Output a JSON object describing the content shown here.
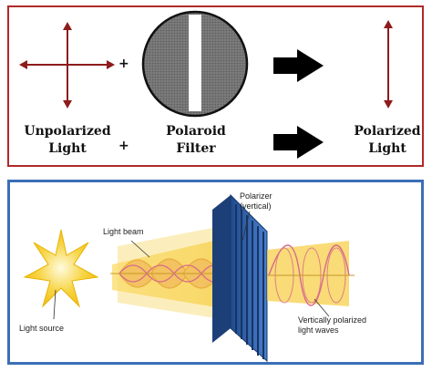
{
  "top": {
    "plus_1": "+",
    "plus_2": "+",
    "label_unpolarized": "Unpolarized",
    "label_light_1": "Light",
    "label_polaroid": "Polaroid",
    "label_filter": "Filter",
    "label_polarized": "Polarized",
    "label_light_2": "Light",
    "colors": {
      "border": "#b02a2a",
      "arrow": "#8e1b1b",
      "filter_disc": "#6f6f6f",
      "big_arrow": "#000000"
    }
  },
  "bottom": {
    "label_polarizer": "Polarizer",
    "label_vertical": "(vertical)",
    "label_light_beam": "Light beam",
    "label_light_source": "Light source",
    "label_vpol_1": "Vertically polarized",
    "label_vpol_2": "light waves",
    "colors": {
      "border": "#3b6fb6",
      "beam": "#f7cf4a",
      "wave": "#d86a8a",
      "polarizer": "#2f5fa8",
      "source": "#f5c21a"
    }
  }
}
